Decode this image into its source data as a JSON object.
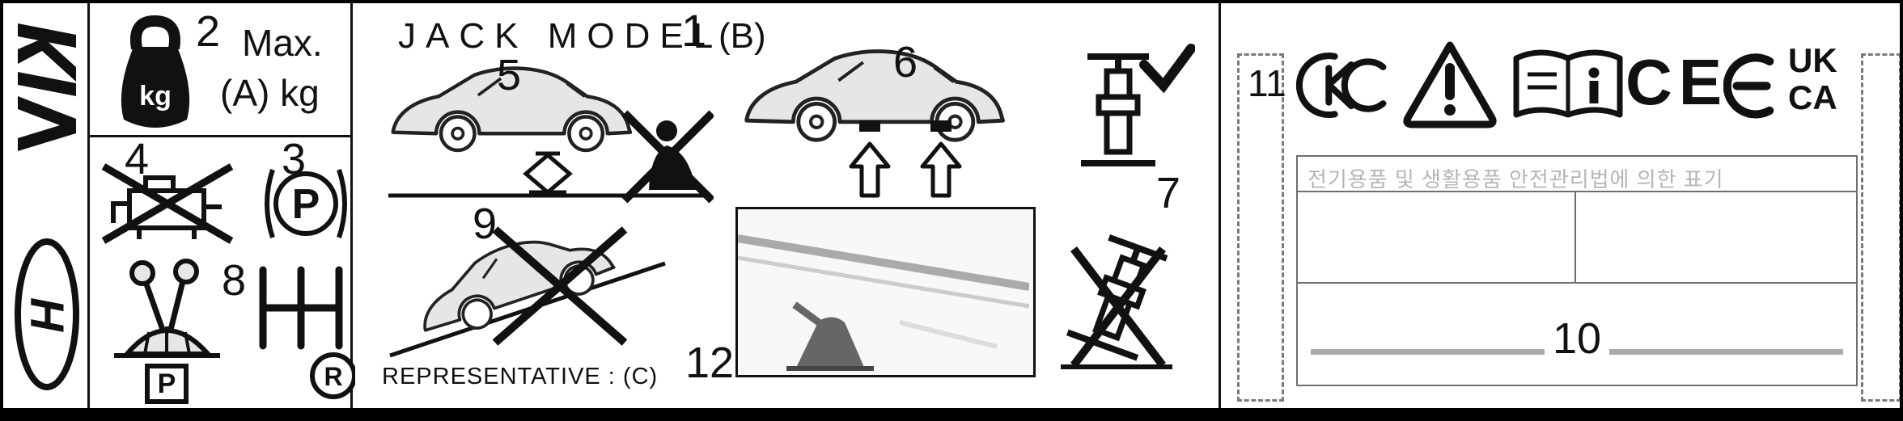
{
  "document": {
    "type_hint": "Vehicle jack instruction label"
  },
  "header": {
    "jack_model_label": "JACK MODEL",
    "model_suffix": "(B)"
  },
  "weight_box": {
    "max_label": "Max.",
    "capacity_label": "(A) kg",
    "weight_unit": "kg"
  },
  "symbols": {
    "parking_brake_letter": "P",
    "shift_park_letter": "P",
    "shift_reverse_letter": "R",
    "hyundai_letter": "H"
  },
  "footer": {
    "representative_label": "REPRESENTATIVE : (C)"
  },
  "certification": {
    "ce_label": "CE",
    "ukca_top": "UK",
    "ukca_bottom": "CA",
    "korean_notice": "전기용품 및 생활용품 안전관리법에 의한 표기"
  },
  "callouts": {
    "c1": "1",
    "c2": "2",
    "c3": "3",
    "c4": "4",
    "c5": "5",
    "c6": "6",
    "c7": "7",
    "c8": "8",
    "c9": "9",
    "c10": "10",
    "c11": "11",
    "c12": "12"
  },
  "icon_names": [
    "kia-logo",
    "hyundai-logo",
    "max-weight-icon",
    "no-engine-running-icon",
    "parking-brake-icon",
    "shift-lever-park-icon",
    "shift-pattern-reverse-icon",
    "car-on-jack-no-person-icon",
    "jack-points-icon",
    "jack-upright-ok-icon",
    "jack-tilted-forbidden-icon",
    "no-jacking-on-slope-icon",
    "jack-placement-photo",
    "kc-mark-icon",
    "warning-triangle-icon",
    "read-manual-icon",
    "ce-mark",
    "e-mark",
    "ukca-mark"
  ],
  "colors": {
    "ink": "#111111",
    "pictogram_fill": "#e6e6e6",
    "muted_text": "#b5b5b5",
    "table_line": "#ababab"
  }
}
